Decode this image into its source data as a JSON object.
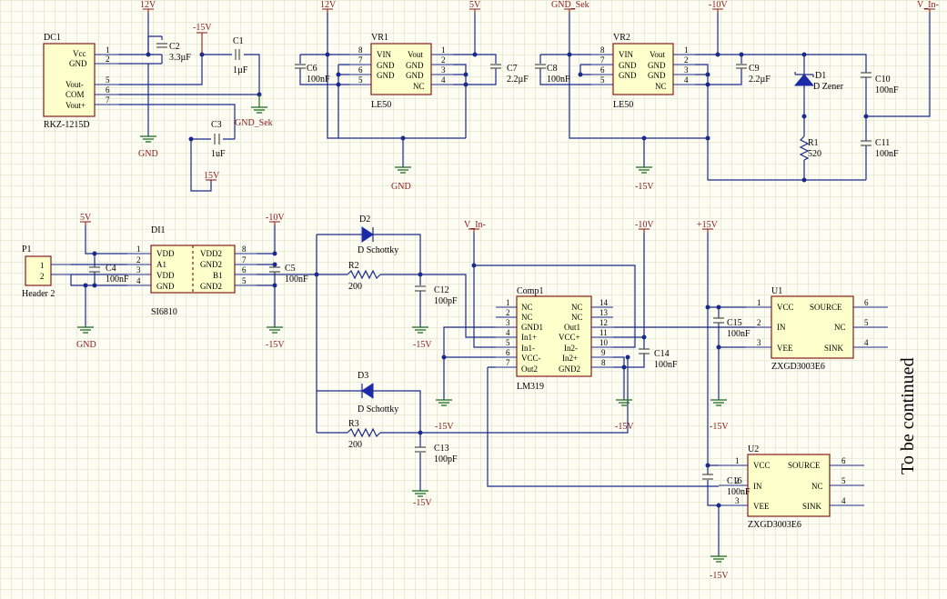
{
  "power": {
    "p12v": "12V",
    "m15v_a": "-15V",
    "p12v_b": "12V",
    "p5v_a": "5V",
    "gnd_sek_a": "GND_Sek",
    "m10v_a": "-10V",
    "v_in_a": "V_In-",
    "gnd_sek_b": "GND_Sek",
    "p15v_a": "15V",
    "gnd_a": "GND",
    "gnd_b": "GND",
    "m15v_b": "-15V",
    "p5v_b": "5V",
    "m10v_b": "-10V",
    "v_in_b": "V_In-",
    "m10v_c": "-10V",
    "p15v_b": "+15V",
    "gnd_c": "GND",
    "m15v_c": "-15V",
    "m15v_d": "-15V",
    "m15v_e": "-15V",
    "m15v_f": "-15V",
    "m15v_g": "-15V",
    "m15v_h": "-15V",
    "m15v_i": "-15V"
  },
  "dc1": {
    "ref": "DC1",
    "part": "RKZ-1215D",
    "pins": [
      "Vcc",
      "GND",
      "Vout-",
      "COM",
      "Vout+"
    ],
    "pin_nums": [
      "1",
      "2",
      "5",
      "6",
      "7"
    ]
  },
  "caps": {
    "c1": {
      "ref": "C1",
      "val": "1µF"
    },
    "c2": {
      "ref": "C2",
      "val": "3.3µF"
    },
    "c3": {
      "ref": "C3",
      "val": "1uF"
    },
    "c4": {
      "ref": "C4",
      "val": "100nF"
    },
    "c5": {
      "ref": "C5",
      "val": "100nF"
    },
    "c6": {
      "ref": "C6",
      "val": "100nF"
    },
    "c7": {
      "ref": "C7",
      "val": "2.2µF"
    },
    "c8": {
      "ref": "C8",
      "val": "100nF"
    },
    "c9": {
      "ref": "C9",
      "val": "2.2µF"
    },
    "c10": {
      "ref": "C10",
      "val": "100nF"
    },
    "c11": {
      "ref": "C11",
      "val": "100nF"
    },
    "c12": {
      "ref": "C12",
      "val": "100pF"
    },
    "c13": {
      "ref": "C13",
      "val": "100pF"
    },
    "c14": {
      "ref": "C14",
      "val": "100nF"
    },
    "c15": {
      "ref": "C15",
      "val": "100nF"
    },
    "c16": {
      "ref": "C16",
      "val": "100nF"
    }
  },
  "vr1": {
    "ref": "VR1",
    "part": "LE50",
    "left": [
      "VIN",
      "GND",
      "GND"
    ],
    "right": [
      "Vout",
      "GND",
      "GND",
      "NC"
    ],
    "left_nums": [
      "8",
      "7",
      "6",
      "5"
    ],
    "right_nums": [
      "1",
      "2",
      "3",
      "4"
    ]
  },
  "vr2": {
    "ref": "VR2",
    "part": "LE50",
    "left": [
      "VIN",
      "GND",
      "GND"
    ],
    "right": [
      "Vout",
      "GND",
      "GND",
      "NC"
    ],
    "left_nums": [
      "8",
      "7",
      "6",
      "5"
    ],
    "right_nums": [
      "1",
      "2",
      "3",
      "4"
    ]
  },
  "d1": {
    "ref": "D1",
    "part": "D Zener"
  },
  "r1": {
    "ref": "R1",
    "val": "520"
  },
  "p1": {
    "ref": "P1",
    "part": "Header 2",
    "pins": [
      "1",
      "2"
    ]
  },
  "di1": {
    "ref": "DI1",
    "part": "SI6810",
    "left": [
      "VDD",
      "A1",
      "VDD",
      "GND"
    ],
    "right": [
      "VDD2",
      "GND2",
      "B1",
      "GND2"
    ],
    "left_nums": [
      "1",
      "2",
      "3",
      "4"
    ],
    "right_nums": [
      "8",
      "7",
      "6",
      "5"
    ]
  },
  "d2": {
    "ref": "D2",
    "part": "D Schottky"
  },
  "d3": {
    "ref": "D3",
    "part": "D Schottky"
  },
  "r2": {
    "ref": "R2",
    "val": "200"
  },
  "r3": {
    "ref": "R3",
    "val": "200"
  },
  "comp1": {
    "ref": "Comp1",
    "part": "LM319",
    "left": [
      "NC",
      "NC",
      "GND1",
      "In1+",
      "In1-",
      "VCC-",
      "Out2"
    ],
    "right": [
      "NC",
      "NC",
      "Out1",
      "VCC+",
      "In2-",
      "In2+",
      "GND2"
    ],
    "left_nums": [
      "1",
      "2",
      "3",
      "4",
      "5",
      "6",
      "7"
    ],
    "right_nums": [
      "14",
      "13",
      "12",
      "11",
      "10",
      "9",
      "8"
    ]
  },
  "u1": {
    "ref": "U1",
    "part": "ZXGD3003E6",
    "left": [
      "VCC",
      "IN",
      "VEE"
    ],
    "right": [
      "SOURCE",
      "NC",
      "SINK"
    ],
    "left_nums": [
      "1",
      "2",
      "3"
    ],
    "right_nums": [
      "6",
      "5",
      "4"
    ]
  },
  "u2": {
    "ref": "U2",
    "part": "ZXGD3003E6",
    "left": [
      "VCC",
      "IN",
      "VEE"
    ],
    "right": [
      "SOURCE",
      "NC",
      "SINK"
    ],
    "left_nums": [
      "1",
      "2",
      "3"
    ],
    "right_nums": [
      "6",
      "5",
      "4"
    ]
  },
  "note": "To be continued"
}
